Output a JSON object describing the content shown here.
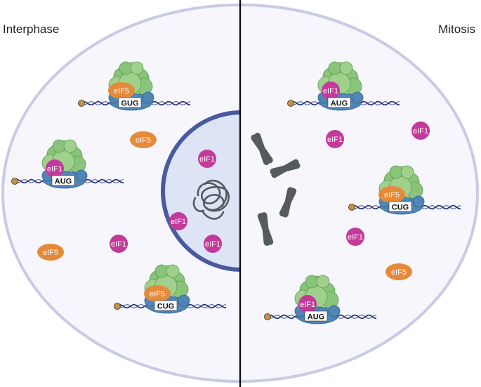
{
  "labels": {
    "left_phase": "Interphase",
    "right_phase": "Mitosis"
  },
  "colors": {
    "cell_fill": "#f6f6fc",
    "cell_stroke": "#c9cbe4",
    "nucleus_fill": "#dde4f6",
    "nucleus_stroke": "#4a5aa0",
    "divider": "#111111",
    "eIF1": "#c23a9a",
    "eIF5": "#e48a38",
    "ribosome_small": "#4f86b6",
    "ribosome_large": "#8ac47a",
    "mrna": "#1f2a6e",
    "cap": "#c8923a",
    "chromosome": "#555a5e"
  },
  "factor_names": {
    "eIF1": "eIF1",
    "eIF5": "eIF5"
  },
  "complexes": {
    "interphase_top": {
      "factor": "eIF5",
      "codon": "GUG"
    },
    "interphase_mid": {
      "factor": "eIF1",
      "codon": "AUG"
    },
    "interphase_bottom": {
      "factor": "eIF5",
      "codon": "CUG"
    },
    "mitosis_top": {
      "factor": "eIF1",
      "codon": "AUG"
    },
    "mitosis_mid": {
      "factor": "eIF5",
      "codon": "CUG"
    },
    "mitosis_bottom": {
      "factor": "eIF1",
      "codon": "AUG"
    }
  }
}
